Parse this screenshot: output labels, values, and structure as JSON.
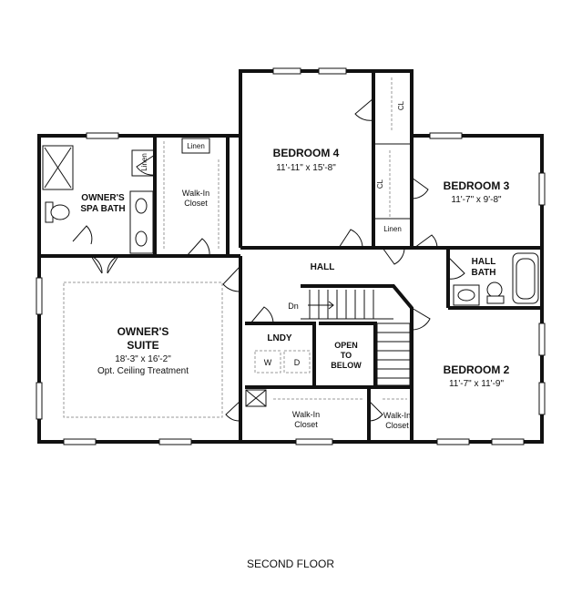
{
  "floor_title": "SECOND FLOOR",
  "rooms": {
    "bedroom4": {
      "name": "BEDROOM 4",
      "dims": "11'-11\" x 15'-8\""
    },
    "bedroom3": {
      "name": "BEDROOM 3",
      "dims": "11'-7\" x 9'-8\""
    },
    "bedroom2": {
      "name": "BEDROOM 2",
      "dims": "11'-7\" x 11'-9\""
    },
    "owners_suite": {
      "name_line1": "OWNER'S",
      "name_line2": "SUITE",
      "dims": "18'-3\" x 16'-2\"",
      "note": "Opt. Ceiling Treatment"
    },
    "owners_bath": {
      "line1": "OWNER'S",
      "line2": "SPA BATH"
    },
    "hall_bath": {
      "line1": "HALL",
      "line2": "BATH"
    },
    "hall": "HALL",
    "laundry": "LNDY",
    "open_to_below": {
      "line1": "OPEN",
      "line2": "TO",
      "line3": "BELOW"
    }
  },
  "closets": {
    "owners_wic": {
      "line1": "Walk-In",
      "line2": "Closet"
    },
    "suite_wic": {
      "line1": "Walk-In",
      "line2": "Closet"
    },
    "bed2_wic": {
      "line1": "Walk-In",
      "line2": "Closet"
    },
    "linen_owners_bath": "Linen",
    "linen_owners_wic": "Linen",
    "linen_hall": "Linen",
    "cl_bed4": "CL",
    "cl_bed3": "CL"
  },
  "stairs": {
    "down_label": "Dn"
  },
  "appliances": {
    "washer": "W",
    "dryer": "D"
  }
}
